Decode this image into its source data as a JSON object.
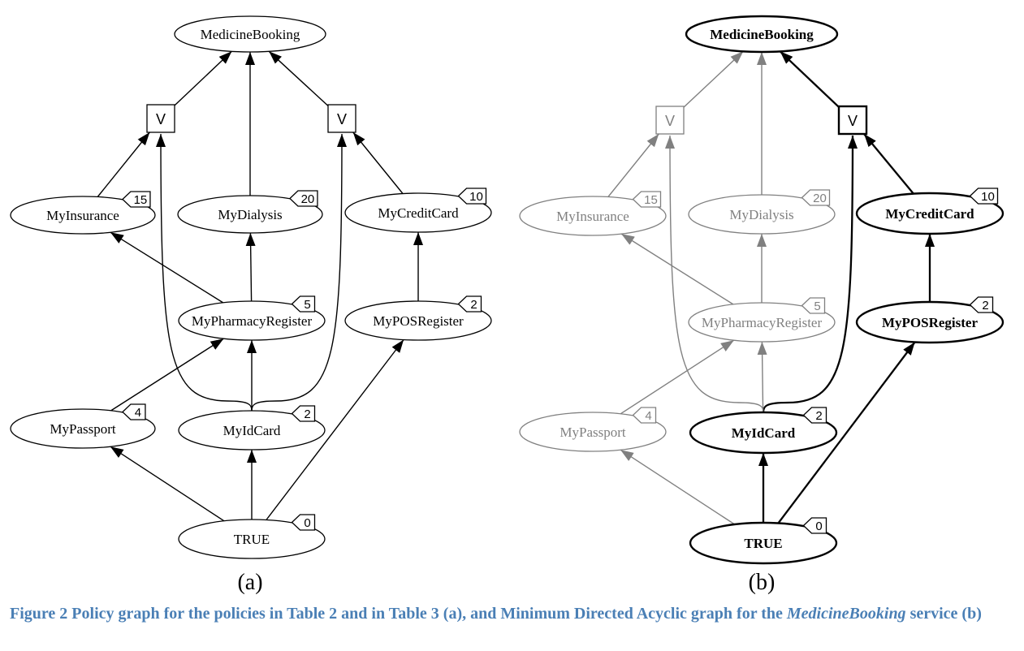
{
  "diagram": {
    "panels": [
      {
        "id": "a",
        "label": "(a)",
        "nodes": [
          {
            "id": "MedicineBooking",
            "label": "MedicineBooking",
            "badge": "",
            "state": "normal"
          },
          {
            "id": "or1",
            "label": "V",
            "type": "or",
            "state": "normal"
          },
          {
            "id": "or2",
            "label": "V",
            "type": "or",
            "state": "normal"
          },
          {
            "id": "MyInsurance",
            "label": "MyInsurance",
            "badge": "15",
            "state": "normal"
          },
          {
            "id": "MyDialysis",
            "label": "MyDialysis",
            "badge": "20",
            "state": "normal"
          },
          {
            "id": "MyCreditCard",
            "label": "MyCreditCard",
            "badge": "10",
            "state": "normal"
          },
          {
            "id": "MyPharmacyRegister",
            "label": "MyPharmacyRegister",
            "badge": "5",
            "state": "normal"
          },
          {
            "id": "MyPOSRegister",
            "label": "MyPOSRegister",
            "badge": "2",
            "state": "normal"
          },
          {
            "id": "MyPassport",
            "label": "MyPassport",
            "badge": "4",
            "state": "normal"
          },
          {
            "id": "MyIdCard",
            "label": "MyIdCard",
            "badge": "2",
            "state": "normal"
          },
          {
            "id": "TRUE",
            "label": "TRUE",
            "badge": "0",
            "state": "normal"
          }
        ]
      },
      {
        "id": "b",
        "label": "(b)",
        "nodes": [
          {
            "id": "MedicineBooking",
            "label": "MedicineBooking",
            "badge": "",
            "state": "bold"
          },
          {
            "id": "or1",
            "label": "V",
            "type": "or",
            "state": "gray"
          },
          {
            "id": "or2",
            "label": "V",
            "type": "or",
            "state": "bold"
          },
          {
            "id": "MyInsurance",
            "label": "MyInsurance",
            "badge": "15",
            "state": "gray"
          },
          {
            "id": "MyDialysis",
            "label": "MyDialysis",
            "badge": "20",
            "state": "gray"
          },
          {
            "id": "MyCreditCard",
            "label": "MyCreditCard",
            "badge": "10",
            "state": "bold"
          },
          {
            "id": "MyPharmacyRegister",
            "label": "MyPharmacyRegister",
            "badge": "5",
            "state": "gray"
          },
          {
            "id": "MyPOSRegister",
            "label": "MyPOSRegister",
            "badge": "2",
            "state": "bold"
          },
          {
            "id": "MyPassport",
            "label": "MyPassport",
            "badge": "4",
            "state": "gray"
          },
          {
            "id": "MyIdCard",
            "label": "MyIdCard",
            "badge": "2",
            "state": "bold"
          },
          {
            "id": "TRUE",
            "label": "TRUE",
            "badge": "0",
            "state": "bold"
          }
        ]
      }
    ],
    "edges": [
      {
        "from": "or1",
        "to": "MedicineBooking"
      },
      {
        "from": "MyDialysis",
        "to": "MedicineBooking"
      },
      {
        "from": "or2",
        "to": "MedicineBooking"
      },
      {
        "from": "MyInsurance",
        "to": "or1"
      },
      {
        "from": "MyIdCard",
        "to": "or1"
      },
      {
        "from": "MyIdCard",
        "to": "or2"
      },
      {
        "from": "MyCreditCard",
        "to": "or2"
      },
      {
        "from": "MyPharmacyRegister",
        "to": "MyInsurance"
      },
      {
        "from": "MyPharmacyRegister",
        "to": "MyDialysis"
      },
      {
        "from": "MyPOSRegister",
        "to": "MyCreditCard"
      },
      {
        "from": "MyPassport",
        "to": "MyPharmacyRegister"
      },
      {
        "from": "MyIdCard",
        "to": "MyPharmacyRegister"
      },
      {
        "from": "TRUE",
        "to": "MyPassport"
      },
      {
        "from": "TRUE",
        "to": "MyIdCard"
      },
      {
        "from": "TRUE",
        "to": "MyPOSRegister"
      }
    ],
    "edge_state_b": {
      "or2>MedicineBooking": "bold",
      "MyIdCard>or2": "bold",
      "MyCreditCard>or2": "bold",
      "MyPOSRegister>MyCreditCard": "bold",
      "TRUE>MyIdCard": "bold",
      "TRUE>MyPOSRegister": "bold"
    },
    "colors": {
      "normal": "#000000",
      "gray": "#808080",
      "caption": "#4a7fb5"
    }
  },
  "caption": {
    "part1": "Figure 2 Policy graph for the policies in Table 2 and in Table 3 (a), and Minimum Directed Acyclic graph for the ",
    "service_name": "MedicineBooking",
    "part2": " service (b)"
  }
}
